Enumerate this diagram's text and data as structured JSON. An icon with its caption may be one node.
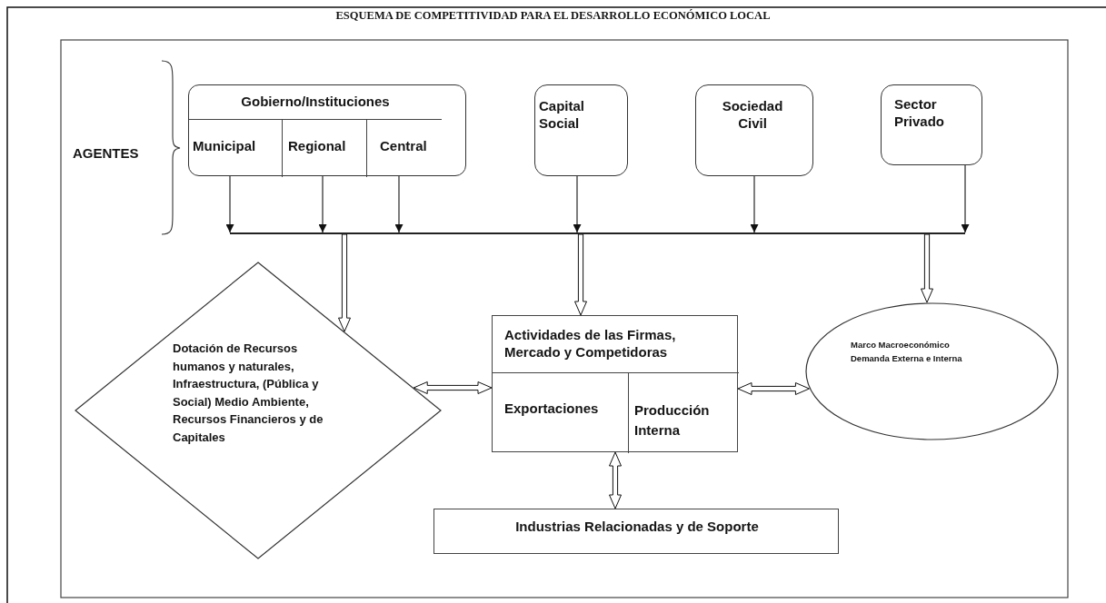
{
  "diagram": {
    "title": "ESQUEMA DE COMPETITIVIDAD PARA EL DESARROLLO ECONÓMICO LOCAL",
    "nodes": [
      {
        "text": [
          "Gobierno/Instituciones"
        ]
      },
      {
        "text": [
          "Municipal"
        ],
        "in": 0
      },
      {
        "text": [
          "Regional"
        ],
        "in": 0
      },
      {
        "text": [
          "Central"
        ],
        "in": 0
      },
      {
        "text": [
          "Capital Social"
        ]
      },
      {
        "text": [
          "Sociedad Civil"
        ]
      },
      {
        "text": [
          "Sector Privado"
        ]
      },
      {
        "text": [],
        "shape": "bar"
      },
      {
        "text": [
          "Dotación de Recursos humanos y naturales, Infraestructura, (Pública y Social) Medio Ambiente, Recursos Financieros y de Capitales"
        ]
      },
      {
        "text": [
          "Actividades de las Firmas, Mercado y Competidoras"
        ]
      },
      {
        "text": [
          "Exportaciones"
        ],
        "in": 9
      },
      {
        "text": [
          "Producción Interna"
        ],
        "in": 9
      },
      {
        "text": [
          "Marco Macroeconómico Demanda Externa e Interna"
        ]
      },
      {
        "text": [
          "Industrias Relacionadas y de Soporte"
        ]
      }
    ],
    "edges": [
      {
        "from": 1,
        "to": 7,
        "arrow": "to"
      },
      {
        "from": 2,
        "to": 7,
        "arrow": "to"
      },
      {
        "from": 3,
        "to": 7,
        "arrow": "to"
      },
      {
        "from": 4,
        "to": 7,
        "arrow": "to"
      },
      {
        "from": 5,
        "to": 7,
        "arrow": "to"
      },
      {
        "from": 6,
        "to": 7,
        "arrow": "to"
      },
      {
        "from": 7,
        "to": 8,
        "arrow": "to",
        "style": "thick"
      },
      {
        "from": 7,
        "to": 9,
        "arrow": "to",
        "style": "thick"
      },
      {
        "from": 7,
        "to": 12,
        "arrow": "to",
        "style": "thick"
      },
      {
        "from": 8,
        "to": 9,
        "arrow": "both",
        "style": "thick"
      },
      {
        "from": 9,
        "to": 12,
        "arrow": "both",
        "style": "thick"
      },
      {
        "from": 9,
        "to": 13,
        "arrow": "both",
        "style": "thick"
      }
    ],
    "labels": [
      "AGENTES"
    ]
  }
}
